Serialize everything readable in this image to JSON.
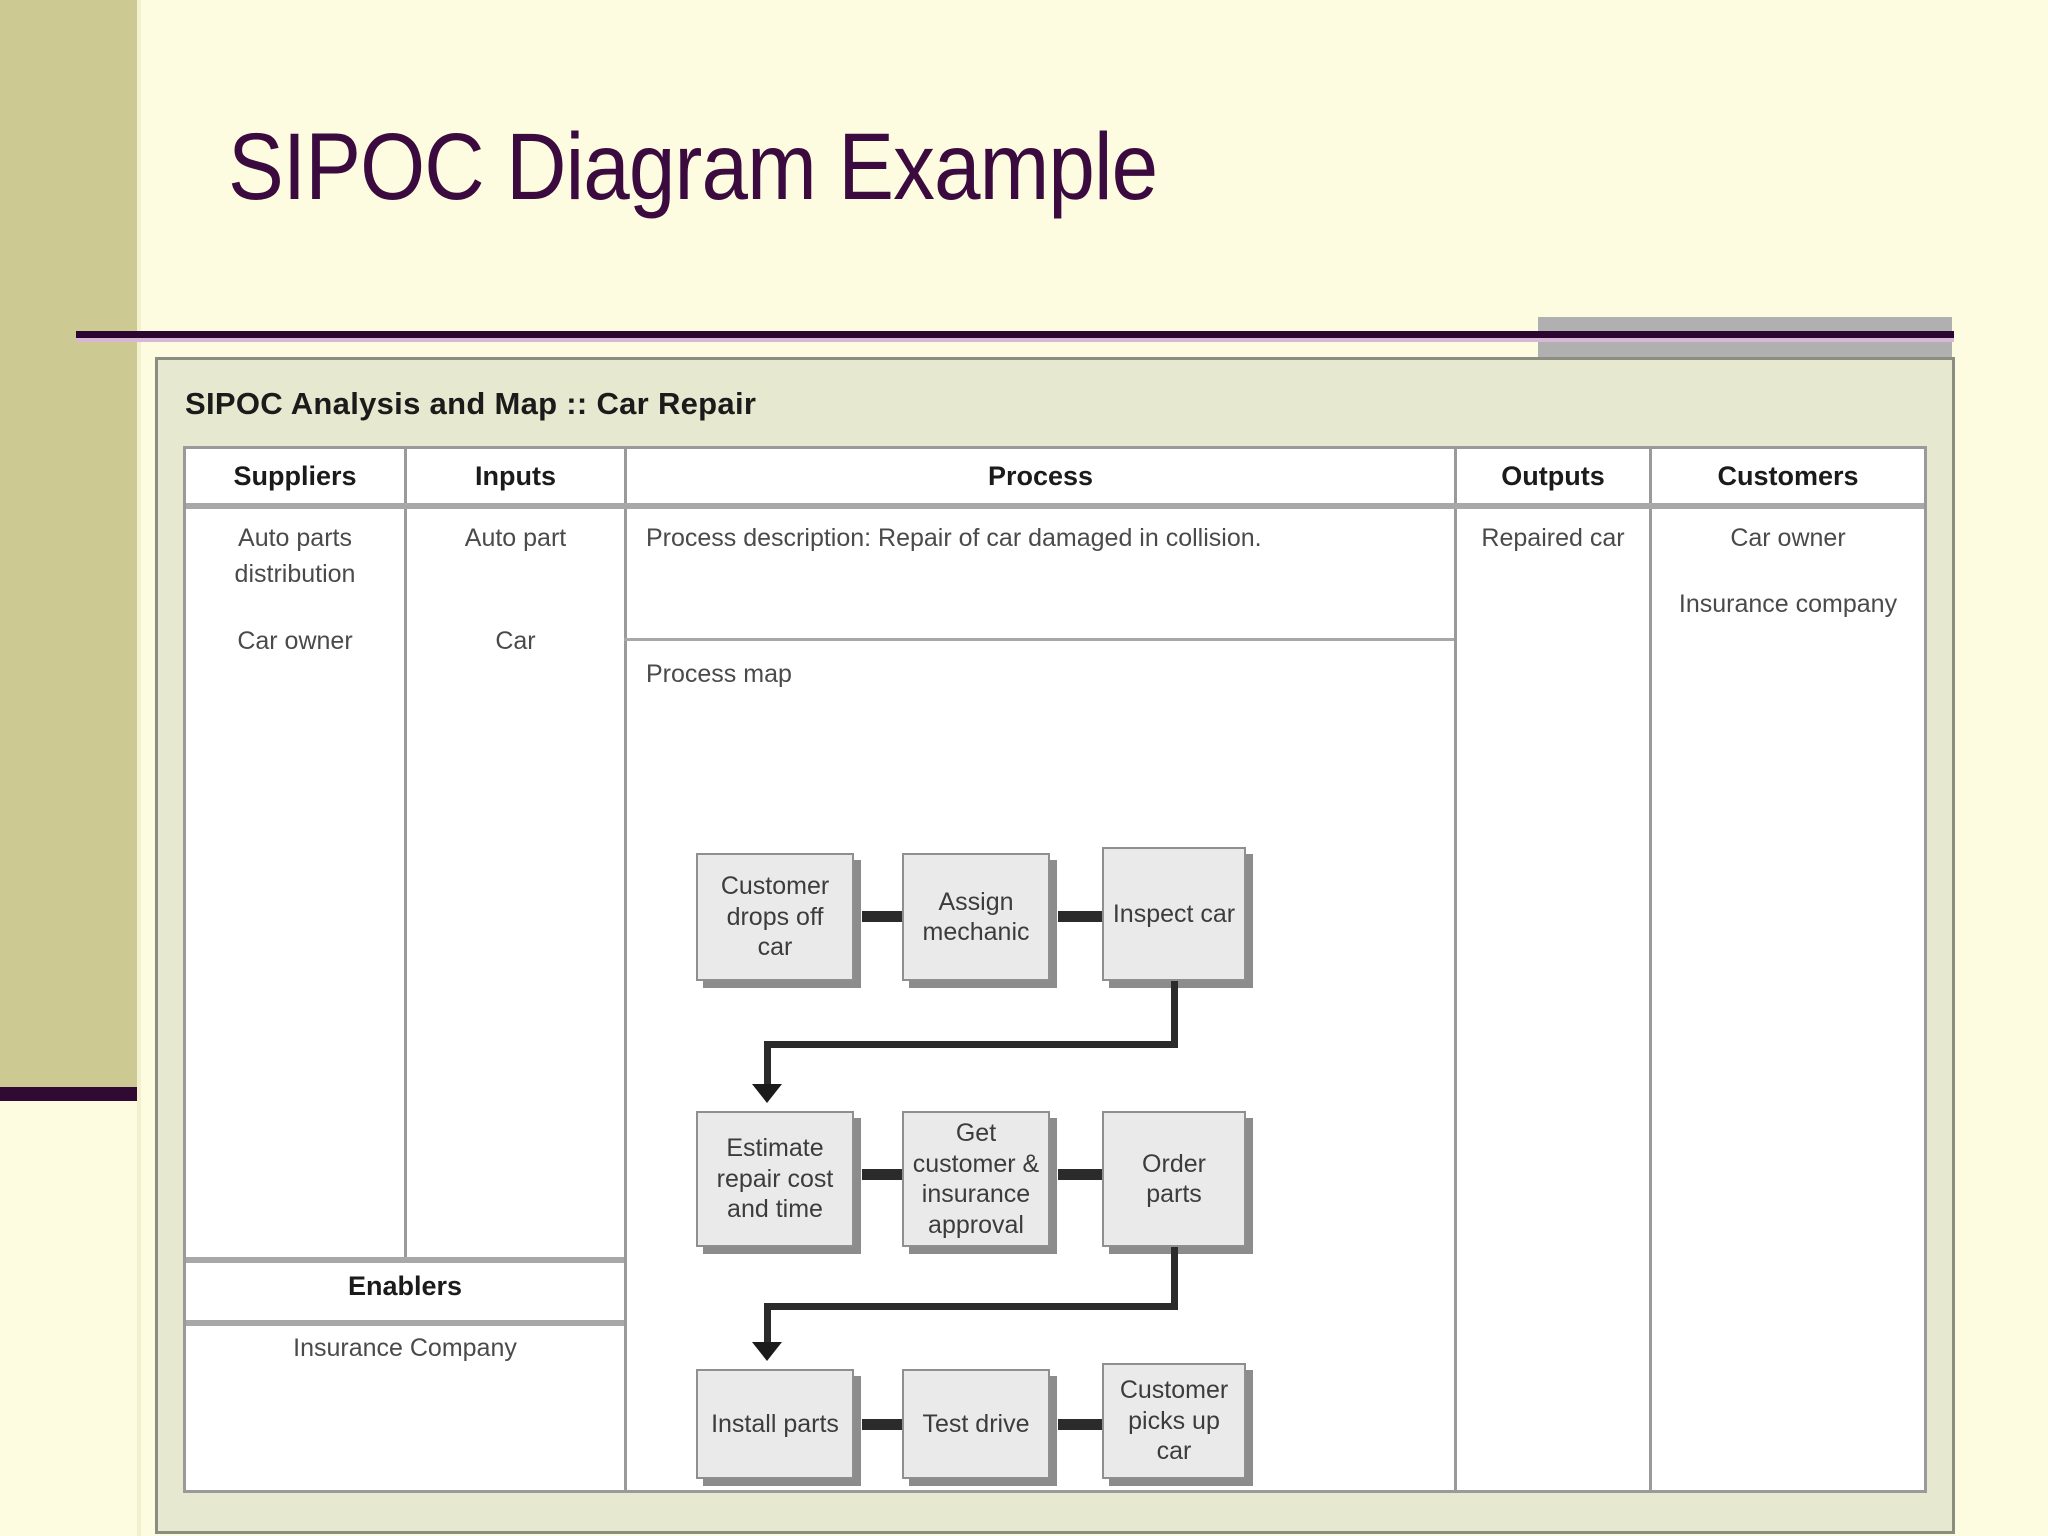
{
  "slide": {
    "title": "SIPOC Diagram Example",
    "background_color": "#fdfce0",
    "accent_color": "#3b0b3f",
    "olive_band_color": "#ccc993",
    "gray_box_color": "#b0b0b0"
  },
  "panel": {
    "title": "SIPOC Analysis and Map :: Car Repair",
    "background_color": "#e6e8cf",
    "border_color": "#8b8d80"
  },
  "table": {
    "headers": {
      "suppliers": "Suppliers",
      "inputs": "Inputs",
      "process": "Process",
      "outputs": "Outputs",
      "customers": "Customers"
    },
    "suppliers": [
      "Auto parts distribution",
      "Car owner"
    ],
    "inputs": [
      "Auto part",
      "Car"
    ],
    "outputs": [
      "Repaired car"
    ],
    "customers": [
      "Car owner",
      "Insurance company"
    ],
    "enablers": {
      "header": "Enablers",
      "values": [
        "Insurance Company"
      ]
    },
    "process": {
      "description": "Process description: Repair of car damaged in collision.",
      "map_label": "Process map"
    }
  },
  "chart_data": {
    "type": "diagram",
    "title": "SIPOC Analysis and Map :: Car Repair",
    "diagram_kind": "process-flowchart",
    "nodes": [
      {
        "id": "n1",
        "label": "Customer drops off car",
        "row": 1,
        "col": 1
      },
      {
        "id": "n2",
        "label": "Assign mechanic",
        "row": 1,
        "col": 2
      },
      {
        "id": "n3",
        "label": "Inspect car",
        "row": 1,
        "col": 3
      },
      {
        "id": "n4",
        "label": "Estimate repair cost and time",
        "row": 2,
        "col": 1
      },
      {
        "id": "n5",
        "label": "Get customer & insurance approval",
        "row": 2,
        "col": 2
      },
      {
        "id": "n6",
        "label": "Order parts",
        "row": 2,
        "col": 3
      },
      {
        "id": "n7",
        "label": "Install parts",
        "row": 3,
        "col": 1
      },
      {
        "id": "n8",
        "label": "Test drive",
        "row": 3,
        "col": 2
      },
      {
        "id": "n9",
        "label": "Customer picks up car",
        "row": 3,
        "col": 3
      }
    ],
    "edges": [
      {
        "from": "n1",
        "to": "n2",
        "style": "straight-right"
      },
      {
        "from": "n2",
        "to": "n3",
        "style": "straight-right"
      },
      {
        "from": "n3",
        "to": "n4",
        "style": "wrap-down-left"
      },
      {
        "from": "n4",
        "to": "n5",
        "style": "straight-right"
      },
      {
        "from": "n5",
        "to": "n6",
        "style": "straight-right"
      },
      {
        "from": "n6",
        "to": "n7",
        "style": "wrap-down-left"
      },
      {
        "from": "n7",
        "to": "n8",
        "style": "straight-right"
      },
      {
        "from": "n8",
        "to": "n9",
        "style": "straight-right"
      }
    ],
    "node_fill": "#eaeaea",
    "node_border": "#8f8f8f",
    "connector_color": "#2b2b2b"
  },
  "flow_nodes": {
    "n1": "Customer drops off car",
    "n2": "Assign mechanic",
    "n3": "Inspect car",
    "n4": "Estimate repair cost and time",
    "n5": "Get customer & insurance approval",
    "n6": "Order parts",
    "n7": "Install parts",
    "n8": "Test drive",
    "n9": "Customer picks up car"
  }
}
